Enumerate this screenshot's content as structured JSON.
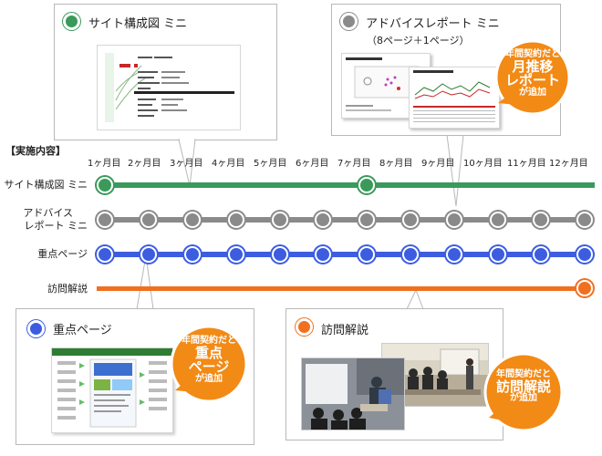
{
  "section_label": "【実施内容】",
  "months": [
    "1ヶ月目",
    "2ヶ月目",
    "3ヶ月目",
    "4ヶ月目",
    "5ヶ月目",
    "6ヶ月目",
    "7ヶ月目",
    "8ヶ月目",
    "9ヶ月目",
    "10ヶ月目",
    "11ヶ月目",
    "12ヶ月目"
  ],
  "rows": {
    "sitemap": "サイト構成図 ミニ",
    "advice_line1": "アドバイス",
    "advice_line2": "レポート ミニ",
    "focus": "重点ページ",
    "visit": "訪問解説"
  },
  "callouts": {
    "sitemap": {
      "title": "サイト構成図 ミニ"
    },
    "advice": {
      "title": "アドバイスレポート ミニ",
      "subtitle": "（8ページ＋1ページ）",
      "badge": [
        "年間契約だと",
        "月推移",
        "レポート",
        "が追加"
      ]
    },
    "focus": {
      "title": "重点ページ",
      "badge": [
        "年間契約だと",
        "重点",
        "ページ",
        "が追加"
      ]
    },
    "visit": {
      "title": "訪問解説",
      "badge": [
        "年間契約だと",
        "訪問解説",
        "が追加"
      ]
    }
  },
  "colors": {
    "sitemap": "#3a9a5a",
    "advice": "#8a8a8a",
    "focus": "#3c5de0",
    "visit": "#f07020",
    "badge": "#f28a16"
  }
}
